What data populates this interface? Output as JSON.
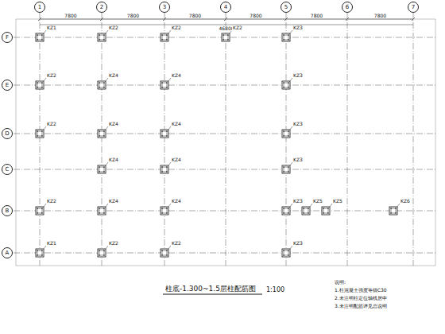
{
  "diagram": {
    "title": "柱底-1.300~1.5层柱配筋图",
    "nodes": [
      {
        "text": [
          "1"
        ]
      },
      {
        "text": [
          "2"
        ]
      },
      {
        "text": [
          "3"
        ]
      },
      {
        "text": [
          "4"
        ]
      },
      {
        "text": [
          "5"
        ]
      },
      {
        "text": [
          "6"
        ]
      },
      {
        "text": [
          "7"
        ]
      },
      {
        "text": [
          "F"
        ]
      },
      {
        "text": [
          "E"
        ]
      },
      {
        "text": [
          "D"
        ]
      },
      {
        "text": [
          "C"
        ]
      },
      {
        "text": [
          "B"
        ]
      },
      {
        "text": [
          "A"
        ]
      }
    ],
    "labels": [
      "7800",
      "7800",
      "7800",
      "7800",
      "7800",
      "7800",
      "46800",
      "KZ1",
      "KZ2",
      "KZ2",
      "KZ2",
      "KZ3",
      "KZ2",
      "KZ4",
      "KZ4",
      "KZ3",
      "KZ2",
      "KZ4",
      "KZ4",
      "KZ3",
      "KZ4",
      "KZ4",
      "KZ3",
      "KZ2",
      "KZ4",
      "KZ4",
      "KZ3",
      "KZ5",
      "KZ5",
      "KZ6",
      "KZ1",
      "KZ2",
      "KZ2",
      "KZ3",
      "1:100",
      "说明:",
      "1.柱混凝土强度等级C30",
      "2.未注明柱定位轴线居中",
      "3.未注明配筋详见总说明"
    ]
  }
}
